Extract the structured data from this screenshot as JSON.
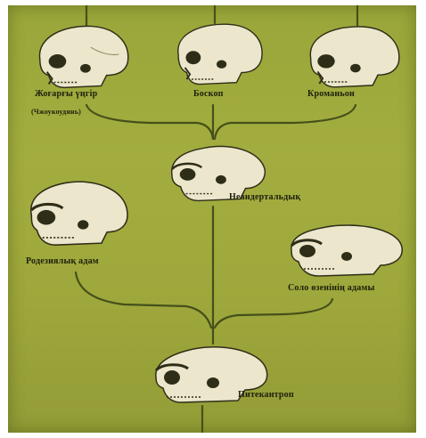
{
  "diagram": {
    "nodes": [
      {
        "id": "upper",
        "label": "Жоғарғы үңгір",
        "sublabel": "(Чжоукоудянь)"
      },
      {
        "id": "boskop",
        "label": "Боскоп"
      },
      {
        "id": "cromagnon",
        "label": "Кроманьон"
      },
      {
        "id": "neanderthal",
        "label": "Неандертальдық"
      },
      {
        "id": "rhodesian",
        "label": "Родезиялық адам"
      },
      {
        "id": "solo",
        "label": "Соло өзенінің адамы"
      },
      {
        "id": "pithecanthropus",
        "label": "Питекантроп"
      }
    ],
    "edges": [
      [
        "pithecanthropus",
        "rhodesian"
      ],
      [
        "pithecanthropus",
        "solo"
      ],
      [
        "pithecanthropus",
        "neanderthal"
      ],
      [
        "neanderthal",
        "upper"
      ],
      [
        "neanderthal",
        "boskop"
      ],
      [
        "neanderthal",
        "cromagnon"
      ]
    ]
  },
  "colors": {
    "background": "#9fa93c",
    "lines": "#45501a",
    "bone": "#ebe6cc",
    "shadow": "#2e2e18"
  }
}
